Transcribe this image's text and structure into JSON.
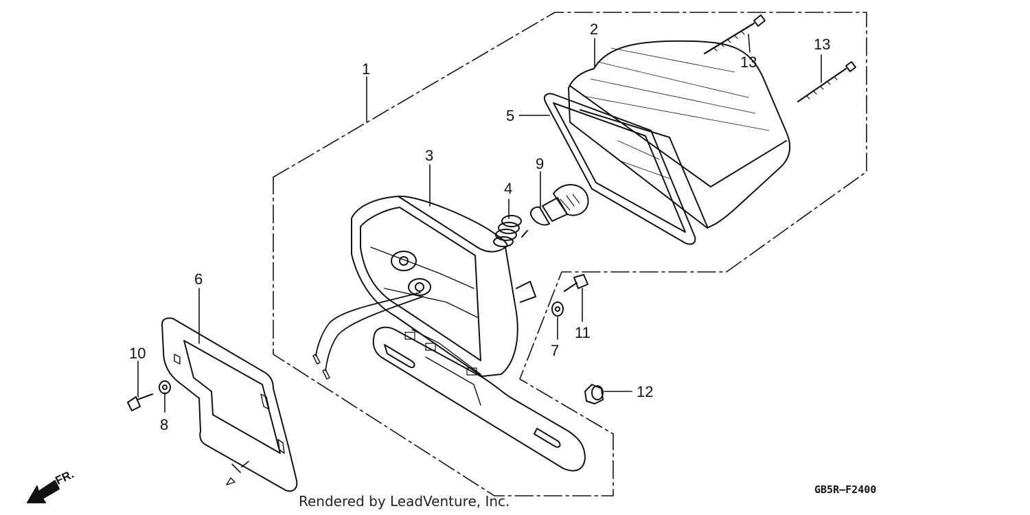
{
  "diagram": {
    "code": "GB5R–F2400",
    "credit": "Rendered by LeadVenture, Inc.",
    "direction_label": "FR.",
    "callouts": [
      {
        "id": "1",
        "label": "1"
      },
      {
        "id": "2",
        "label": "2"
      },
      {
        "id": "3",
        "label": "3"
      },
      {
        "id": "4",
        "label": "4"
      },
      {
        "id": "5",
        "label": "5"
      },
      {
        "id": "6",
        "label": "6"
      },
      {
        "id": "7",
        "label": "7"
      },
      {
        "id": "8",
        "label": "8"
      },
      {
        "id": "9",
        "label": "9"
      },
      {
        "id": "10",
        "label": "10"
      },
      {
        "id": "11",
        "label": "11"
      },
      {
        "id": "12",
        "label": "12"
      },
      {
        "id": "13a",
        "label": "13"
      },
      {
        "id": "13b",
        "label": "13"
      }
    ]
  }
}
